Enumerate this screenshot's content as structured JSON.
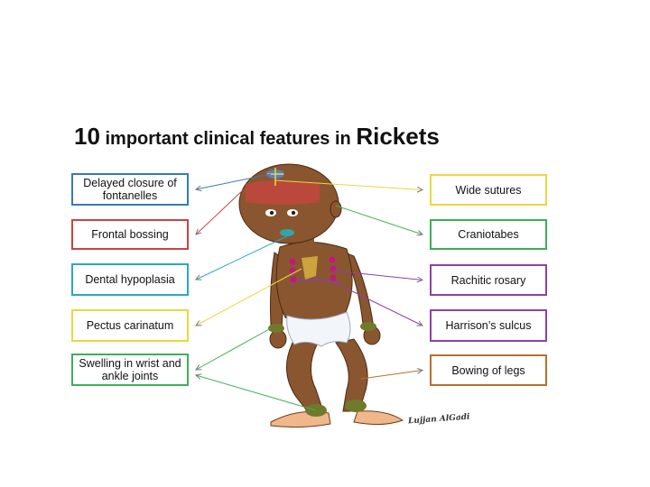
{
  "title": {
    "number": "10",
    "middle": " important clinical features in ",
    "emphasis": "Rickets"
  },
  "signature": "Lujjan AlGadi",
  "colors": {
    "blue": "#3a78b8",
    "red": "#c9443f",
    "cyan": "#2aa7c9",
    "yellow": "#e8d840",
    "green": "#3fae5b",
    "purple": "#8f3fa8",
    "brown": "#b8702c"
  },
  "left_features": [
    {
      "label": "Delayed closure of fontanelles",
      "color": "#3a78b8"
    },
    {
      "label": "Frontal bossing",
      "color": "#c9443f"
    },
    {
      "label": "Dental hypoplasia",
      "color": "#2aa7c9"
    },
    {
      "label": "Pectus carinatum",
      "color": "#e8d840"
    },
    {
      "label": "Swelling in wrist and ankle joints",
      "color": "#3fae5b"
    }
  ],
  "right_features": [
    {
      "label": "Wide sutures",
      "color": "#e8d840"
    },
    {
      "label": "Craniotabes",
      "color": "#3fae5b"
    },
    {
      "label": "Rachitic rosary",
      "color": "#8f3fa8"
    },
    {
      "label": "Harrison’s sulcus",
      "color": "#8f3fa8"
    },
    {
      "label": "Bowing of legs",
      "color": "#b8702c"
    }
  ]
}
